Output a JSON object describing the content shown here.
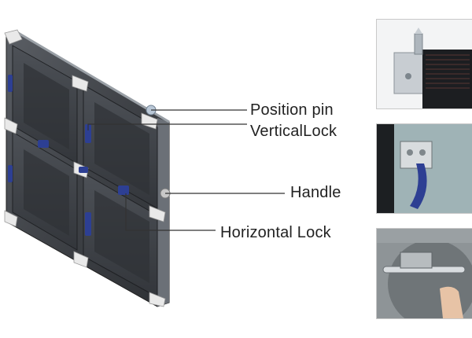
{
  "labels": {
    "position_pin": "Position pin",
    "vertical_lock": "VerticalLock",
    "handle": "Handle",
    "horizontal_lock": "Horizontal Lock"
  },
  "colors": {
    "cabinet": "#3f4247",
    "cabinet_dark": "#2b2d31",
    "lock_blue": "#2d3f93",
    "bracket": "#e8e8e8",
    "leader_line": "#333333"
  },
  "photos": [
    {
      "name": "position-pin-closeup"
    },
    {
      "name": "vertical-lock-closeup"
    },
    {
      "name": "horizontal-lock-closeup"
    }
  ]
}
